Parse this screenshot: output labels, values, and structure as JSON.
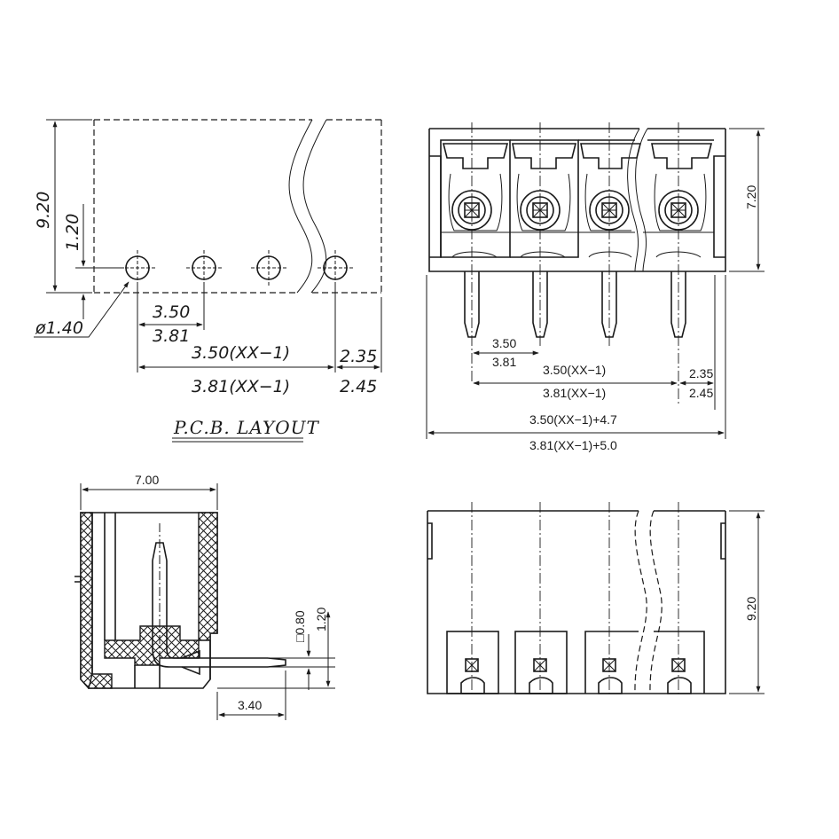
{
  "pcb_layout": {
    "title": "P.C.B.  LAYOUT",
    "dim_height": "9.20",
    "dim_offset": "1.20",
    "dim_hole": "ø1.40",
    "pitch_a": "3.50",
    "pitch_b": "3.81",
    "span_a": "3.50(XX−1)",
    "span_b": "3.81(XX−1)",
    "edge_a": "2.35",
    "edge_b": "2.45"
  },
  "front_view": {
    "dim_height": "7.20",
    "pitch_a": "3.50",
    "pitch_b": "3.81",
    "span_a": "3.50(XX−1)",
    "span_b": "3.81(XX−1)",
    "edge_a": "2.35",
    "edge_b": "2.45",
    "total_a": "3.50(XX−1)+4.7",
    "total_b": "3.81(XX−1)+5.0"
  },
  "side_view": {
    "width": "7.00",
    "pin_square": "□0.80",
    "pin_height": "1.20",
    "pin_offset": "3.40"
  },
  "bottom_view": {
    "dim_height": "9.20"
  }
}
